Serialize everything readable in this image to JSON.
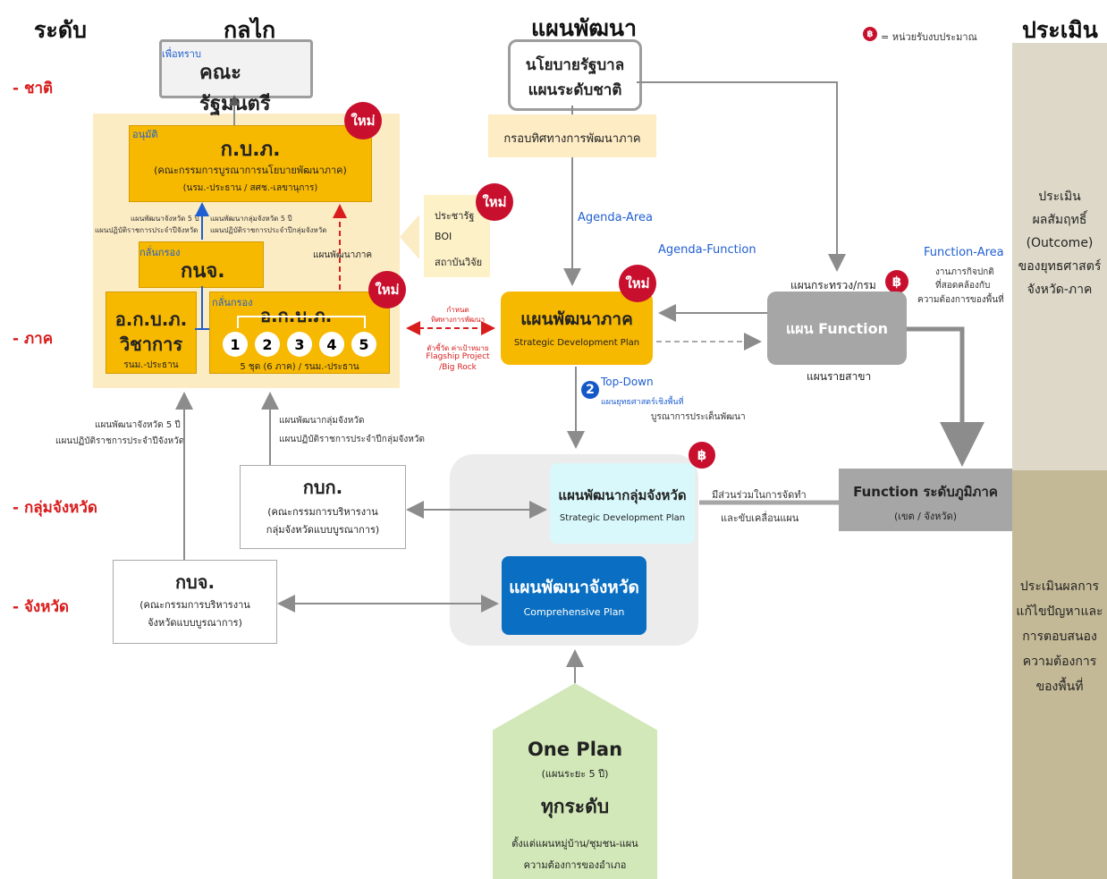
{
  "headers": {
    "level": "ระดับ",
    "mechanism": "กลไก",
    "plan": "แผนพัฒนา",
    "evaluation": "ประเมิน"
  },
  "legend": "= หน่วยรับงบประมาณ",
  "levels": {
    "nation": "- ชาติ",
    "region": "- ภาค",
    "province_group": "- กลุ่มจังหวัด",
    "province": "- จังหวัด"
  },
  "cabinet": {
    "note": "เพื่อทราบ",
    "title": "คณะรัฐมนตรี"
  },
  "new_label": "ใหม่",
  "kbp": {
    "note": "อนุมัติ",
    "title": "ก.บ.ภ.",
    "subtitle": "(คณะกรรมการบูรณาการนโยบายพัฒนาภาค)",
    "chair": "(นรม.-ประธาน / สศช.-เลขานุการ)"
  },
  "left_notes": {
    "a": "แผนพัฒนาจังหวัด 5 ปี",
    "b": "แผนปฏิบัติราชการประจำปีจังหวัด",
    "c": "แผนพัฒนากลุ่มจังหวัด 5 ปี",
    "d": "แผนปฏิบัติราชการประจำปีกลุ่มจังหวัด",
    "regional_plan": "แผนพัฒนาภาค"
  },
  "knj": {
    "note": "กลั่นกรอง",
    "title": "กนจ."
  },
  "akbp_academic": {
    "title1": "อ.ก.บ.ภ.",
    "title2": "วิชาการ",
    "chair": "รนม.-ประธาน"
  },
  "akbp": {
    "note": "กลั่นกรอง",
    "title": "อ.ก.บ.ภ.",
    "numbers": [
      "1",
      "2",
      "3",
      "4",
      "5"
    ],
    "footer": "5 ชุด (6 ภาค) / รนม.-ประธาน"
  },
  "stakeholders": [
    "ประชารัฐ",
    "BOI",
    "สถาบันวิจัย"
  ],
  "policy": {
    "line1": "นโยบายรัฐบาล",
    "line2": "แผนระดับชาติ"
  },
  "framework": "กรอบทิศทางการพัฒนาภาค",
  "agenda_area": "Agenda-Area",
  "agenda_function": "Agenda-Function",
  "function_area": {
    "title": "Function-Area",
    "l1": "งานภารกิจปกติ",
    "l2": "ที่สอดคล้องกับ",
    "l3": "ความต้องการของพื้นที่"
  },
  "ministry": "แผนกระทรวง/กรม",
  "function_plan": {
    "title": "แผน Function",
    "below": "แผนรายสาขา"
  },
  "regional_dev": {
    "title": "แผนพัฒนาภาค",
    "subtitle": "Strategic Development Plan"
  },
  "red_arrow_text": {
    "l1": "กำหนด",
    "l2": "ทิศทางการพัฒนา",
    "l3": "ตัวชี้วัด ค่าเป้าหมาย",
    "l4": "Flagship Project",
    "l5": "/Big Rock"
  },
  "topdown": {
    "num": "2",
    "title": "Top-Down",
    "l1": "แผนยุทธศาสตร์เชิงพื้นที่",
    "l2": "บูรณาการประเด็นพัฒนา"
  },
  "notes_mid": {
    "a": "แผนพัฒนาจังหวัด 5 ปี",
    "b": "แผนปฏิบัติราชการประจำปีจังหวัด",
    "c": "แผนพัฒนากลุ่มจังหวัด",
    "d": "แผนปฏิบัติราชการประจำปีกลุ่มจังหวัด"
  },
  "kbk": {
    "title": "กบก.",
    "l1": "(คณะกรรมการบริหารงาน",
    "l2": "กลุ่มจังหวัดแบบบูรณาการ)"
  },
  "kbj": {
    "title": "กบจ.",
    "l1": "(คณะกรรมการบริหารงาน",
    "l2": "จังหวัดแบบบูรณาการ)"
  },
  "group_plan": {
    "title": "แผนพัฒนากลุ่มจังหวัด",
    "subtitle": "Strategic Development Plan"
  },
  "province_plan": {
    "title": "แผนพัฒนาจังหวัด",
    "subtitle": "Comprehensive Plan"
  },
  "participate": {
    "l1": "มีส่วนร่วมในการจัดทำ",
    "l2": "และขับเคลื่อนแผน"
  },
  "function_regional": {
    "title": "Function ระดับภูมิภาค",
    "subtitle": "(เขต / จังหวัด)"
  },
  "one_plan": {
    "title": "One Plan",
    "l1": "(แผนระยะ 5 ปี)",
    "l2": "ทุกระดับ",
    "l3": "ตั้งแต่แผนหมู่บ้าน/ชุมชน-แผน",
    "l4": "ความต้องการของอำเภอ"
  },
  "eval1": [
    "ประเมิน",
    "ผลสัมฤทธิ์",
    "(Outcome)",
    "ของยุทธศาสตร์",
    "จังหวัด-ภาค"
  ],
  "eval2": [
    "ประเมินผลการ",
    "แก้ไขปัญหาและ",
    "การตอบสนอง",
    "ความต้องการ",
    "ของพื้นที่"
  ],
  "colors": {
    "yellow": "#f7b800",
    "red": "#c8102e",
    "blue": "#0a6fc2",
    "light_blue": "#d9f8fb",
    "gray": "#a6a6a6",
    "green": "#d2e8b8"
  }
}
